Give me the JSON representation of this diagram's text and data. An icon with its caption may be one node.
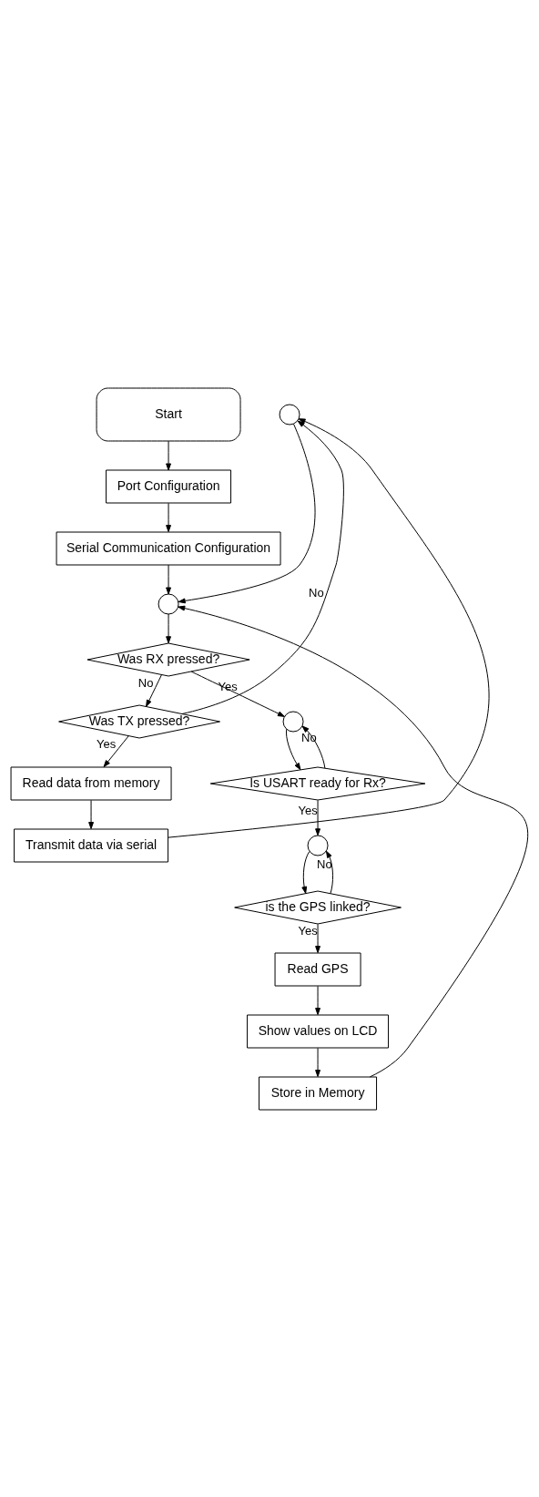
{
  "diagram": {
    "nodes": [
      {
        "text": [
          "Start"
        ]
      },
      {
        "text": [
          "Port Configuration"
        ]
      },
      {
        "text": [
          "Serial Communication Configuration"
        ]
      },
      {
        "text": [],
        "shape": "circle"
      },
      {
        "text": [],
        "shape": "circle"
      },
      {
        "text": [
          "Was RX pressed?"
        ]
      },
      {
        "text": [
          "Was TX pressed?"
        ]
      },
      {
        "text": [],
        "shape": "circle"
      },
      {
        "text": [
          "Read data from memory"
        ]
      },
      {
        "text": [
          "Is USART ready for Rx?"
        ]
      },
      {
        "text": [
          "Transmit data via serial"
        ]
      },
      {
        "text": [],
        "shape": "circle"
      },
      {
        "text": [
          "is the GPS linked?"
        ]
      },
      {
        "text": [
          "Read GPS"
        ]
      },
      {
        "text": [
          "Show values on LCD"
        ]
      },
      {
        "text": [
          "Store in Memory"
        ]
      }
    ],
    "edges": [
      {
        "from": 0,
        "to": 1,
        "arrow": "to"
      },
      {
        "from": 1,
        "to": 2,
        "arrow": "to"
      },
      {
        "from": 2,
        "to": 3,
        "arrow": "to"
      },
      {
        "from": 3,
        "to": 5,
        "arrow": "to"
      },
      {
        "from": 5,
        "to": 6,
        "arrow": "to",
        "label": "No"
      },
      {
        "from": 6,
        "to": 4,
        "arrow": "to",
        "label": "No"
      },
      {
        "from": 4,
        "to": 3,
        "arrow": "to"
      },
      {
        "from": 5,
        "to": 7,
        "arrow": "to",
        "label": "Yes"
      },
      {
        "from": 7,
        "to": 9,
        "arrow": "to"
      },
      {
        "from": 9,
        "to": 7,
        "arrow": "to",
        "label": "No"
      },
      {
        "from": 9,
        "to": 11,
        "arrow": "to",
        "label": "Yes"
      },
      {
        "from": 11,
        "to": 12,
        "arrow": "to"
      },
      {
        "from": 12,
        "to": 11,
        "arrow": "to",
        "label": "No"
      },
      {
        "from": 12,
        "to": 13,
        "arrow": "to",
        "label": "Yes"
      },
      {
        "from": 13,
        "to": 14,
        "arrow": "to"
      },
      {
        "from": 14,
        "to": 15,
        "arrow": "to"
      },
      {
        "from": 15,
        "to": 3,
        "arrow": "to"
      },
      {
        "from": 6,
        "to": 8,
        "arrow": "to",
        "label": "Yes"
      },
      {
        "from": 8,
        "to": 10,
        "arrow": "to"
      },
      {
        "from": 10,
        "to": 4,
        "arrow": "to"
      }
    ]
  }
}
